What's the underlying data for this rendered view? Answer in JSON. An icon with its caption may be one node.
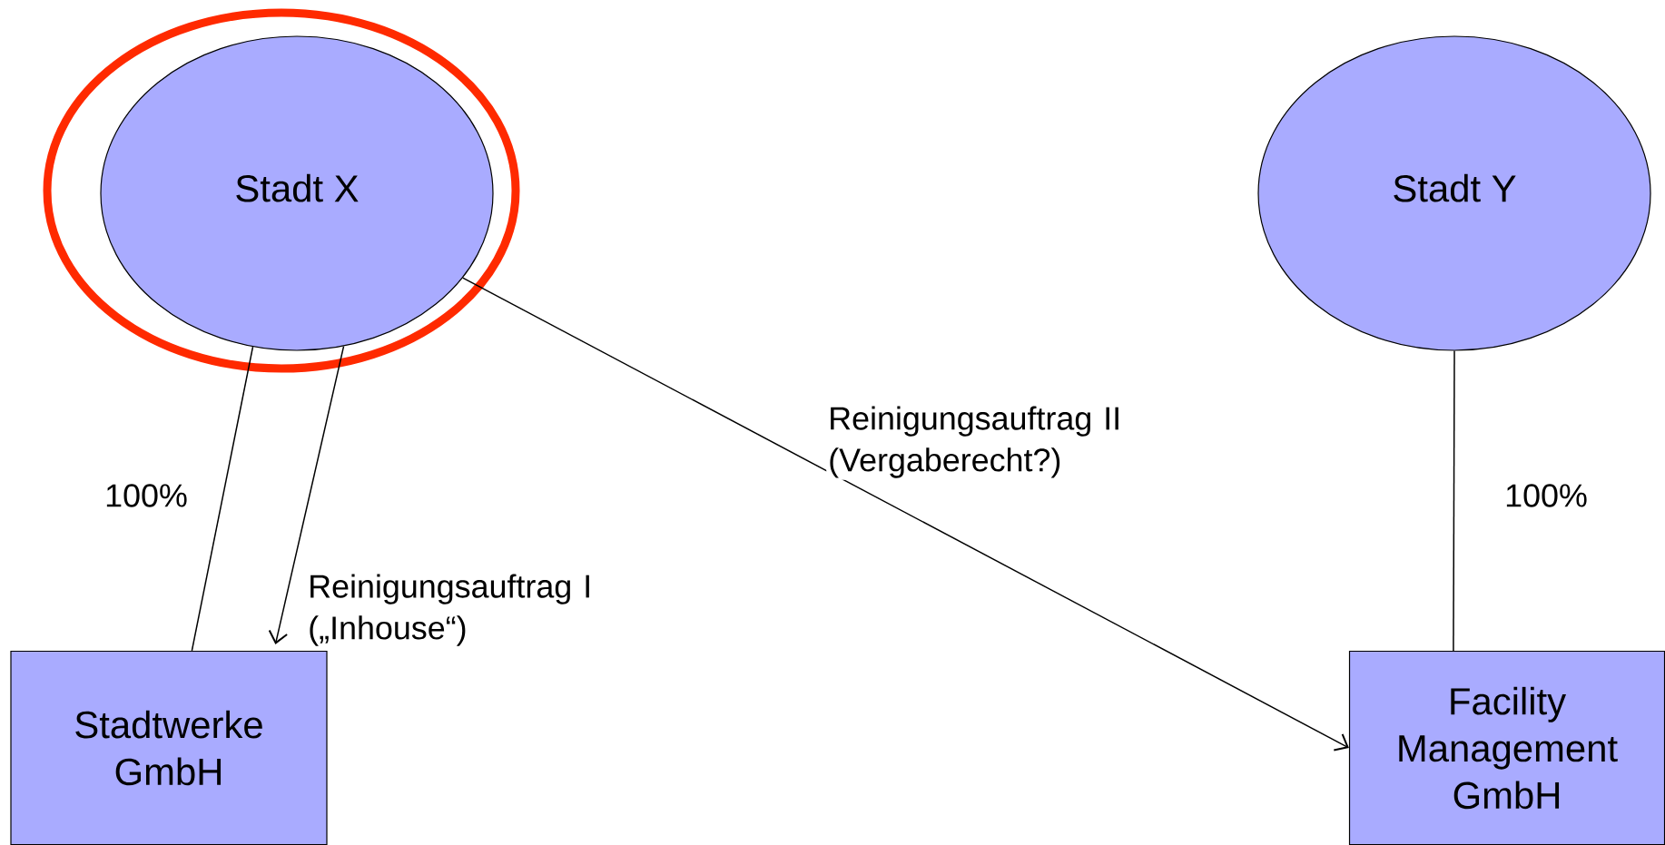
{
  "diagram": {
    "nodes": [
      {
        "text": [
          "Stadt X"
        ]
      },
      {
        "text": [
          "Stadt Y"
        ]
      },
      {
        "text": [
          "Stadtwerke GmbH"
        ]
      },
      {
        "text": [
          "Facility Management GmbH"
        ]
      }
    ],
    "edges": [
      {
        "from": 0,
        "to": 2,
        "arrow": "none",
        "label": "100%"
      },
      {
        "from": 0,
        "to": 2,
        "arrow": "to",
        "label": "Reinigungsauftrag I („Inhouse“)"
      },
      {
        "from": 0,
        "to": 3,
        "arrow": "to",
        "label": "Reinigungsauftrag II (Vergaberecht?)"
      },
      {
        "from": 1,
        "to": 3,
        "arrow": "none",
        "label": "100%"
      }
    ]
  }
}
